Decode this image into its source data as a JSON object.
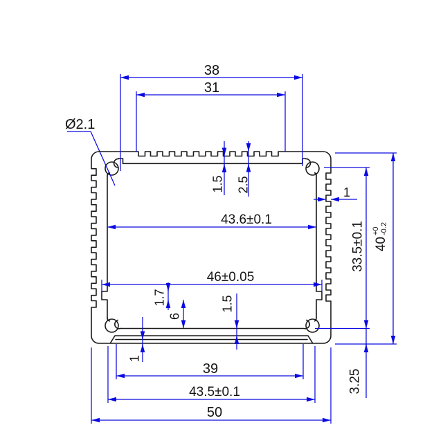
{
  "drawing": {
    "type": "cad-profile-cross-section",
    "background_color": "#ffffff",
    "dimension_line_color": "#0a0ae1",
    "profile_line_color": "#1a1a1a",
    "text_color": "#141414",
    "labels": {
      "top_band_outer": "38",
      "top_band_inner": "31",
      "corner_hole_dia": "Ø2.1",
      "fin_groove_depth": "1.5",
      "top_wall_thickness": "2.5",
      "cavity_width": "43.6±0.1",
      "side_rib": "1",
      "cavity_height": "33.5±0.1",
      "overall_height": "40",
      "overall_height_tol_up": "+0",
      "overall_height_tol_dn": "-0.2",
      "slot_width": "46±0.05",
      "slot_height": "1.7",
      "slot_to_floor": "6",
      "floor_thickness": "1.5",
      "base_plate_thickness": "1",
      "channel_width": "39",
      "bottom_cavity_width": "43.5±0.1",
      "overall_width": "50",
      "floor_to_bottom": "3.25"
    }
  }
}
